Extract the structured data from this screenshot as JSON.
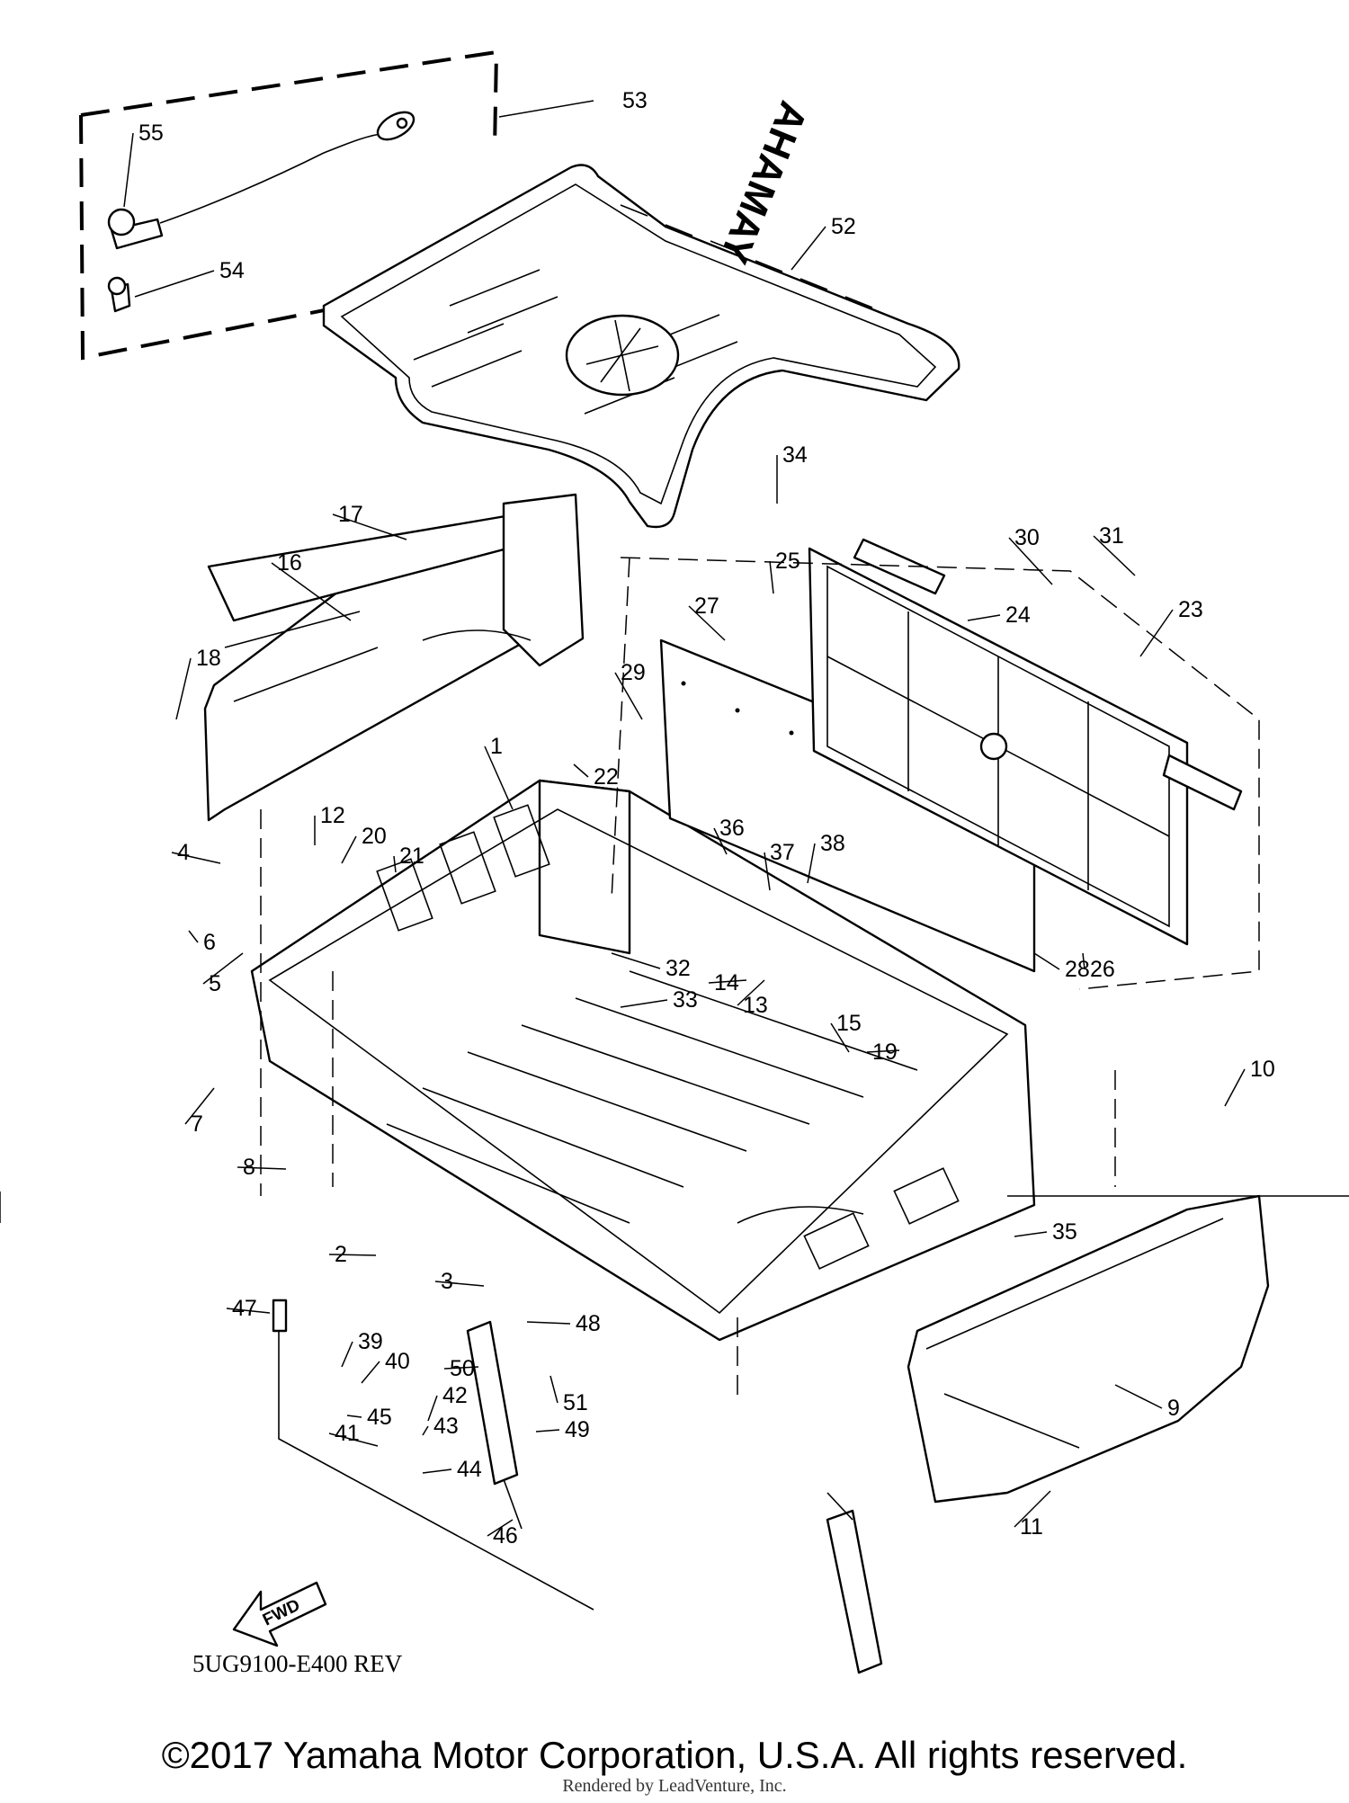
{
  "diagram": {
    "document_code": "5UG9100-E400 REV",
    "fwd_label": "FWD",
    "brand_mark": "YAMAHA",
    "copyright": "©2017 Yamaha Motor Corporation, U.S.A. All rights reserved.",
    "rendered_by": "Rendered by LeadVenture, Inc.",
    "callouts": [
      {
        "id": "1",
        "label": "1"
      },
      {
        "id": "2",
        "label": "2"
      },
      {
        "id": "3",
        "label": "3"
      },
      {
        "id": "4",
        "label": "4"
      },
      {
        "id": "5",
        "label": "5"
      },
      {
        "id": "6",
        "label": "6"
      },
      {
        "id": "7",
        "label": "7"
      },
      {
        "id": "8",
        "label": "8"
      },
      {
        "id": "9",
        "label": "9"
      },
      {
        "id": "10",
        "label": "10"
      },
      {
        "id": "11",
        "label": "11"
      },
      {
        "id": "12",
        "label": "12"
      },
      {
        "id": "13",
        "label": "13"
      },
      {
        "id": "14",
        "label": "14"
      },
      {
        "id": "15",
        "label": "15"
      },
      {
        "id": "16",
        "label": "16"
      },
      {
        "id": "17",
        "label": "17"
      },
      {
        "id": "18",
        "label": "18"
      },
      {
        "id": "19",
        "label": "19"
      },
      {
        "id": "20",
        "label": "20"
      },
      {
        "id": "21",
        "label": "21"
      },
      {
        "id": "22",
        "label": "22"
      },
      {
        "id": "23",
        "label": "23"
      },
      {
        "id": "24",
        "label": "24"
      },
      {
        "id": "25",
        "label": "25"
      },
      {
        "id": "26",
        "label": "26"
      },
      {
        "id": "27",
        "label": "27"
      },
      {
        "id": "28",
        "label": "28"
      },
      {
        "id": "29",
        "label": "29"
      },
      {
        "id": "30",
        "label": "30"
      },
      {
        "id": "31",
        "label": "31"
      },
      {
        "id": "32",
        "label": "32"
      },
      {
        "id": "33",
        "label": "33"
      },
      {
        "id": "34",
        "label": "34"
      },
      {
        "id": "35",
        "label": "35"
      },
      {
        "id": "36",
        "label": "36"
      },
      {
        "id": "37",
        "label": "37"
      },
      {
        "id": "38",
        "label": "38"
      },
      {
        "id": "39",
        "label": "39"
      },
      {
        "id": "40",
        "label": "40"
      },
      {
        "id": "41",
        "label": "41"
      },
      {
        "id": "42",
        "label": "42"
      },
      {
        "id": "43",
        "label": "43"
      },
      {
        "id": "44",
        "label": "44"
      },
      {
        "id": "45",
        "label": "45"
      },
      {
        "id": "46",
        "label": "46"
      },
      {
        "id": "47",
        "label": "47"
      },
      {
        "id": "48",
        "label": "48"
      },
      {
        "id": "49",
        "label": "49"
      },
      {
        "id": "50",
        "label": "50"
      },
      {
        "id": "51",
        "label": "51"
      },
      {
        "id": "52",
        "label": "52"
      },
      {
        "id": "53",
        "label": "53"
      },
      {
        "id": "54",
        "label": "54"
      },
      {
        "id": "55",
        "label": "55"
      }
    ]
  }
}
